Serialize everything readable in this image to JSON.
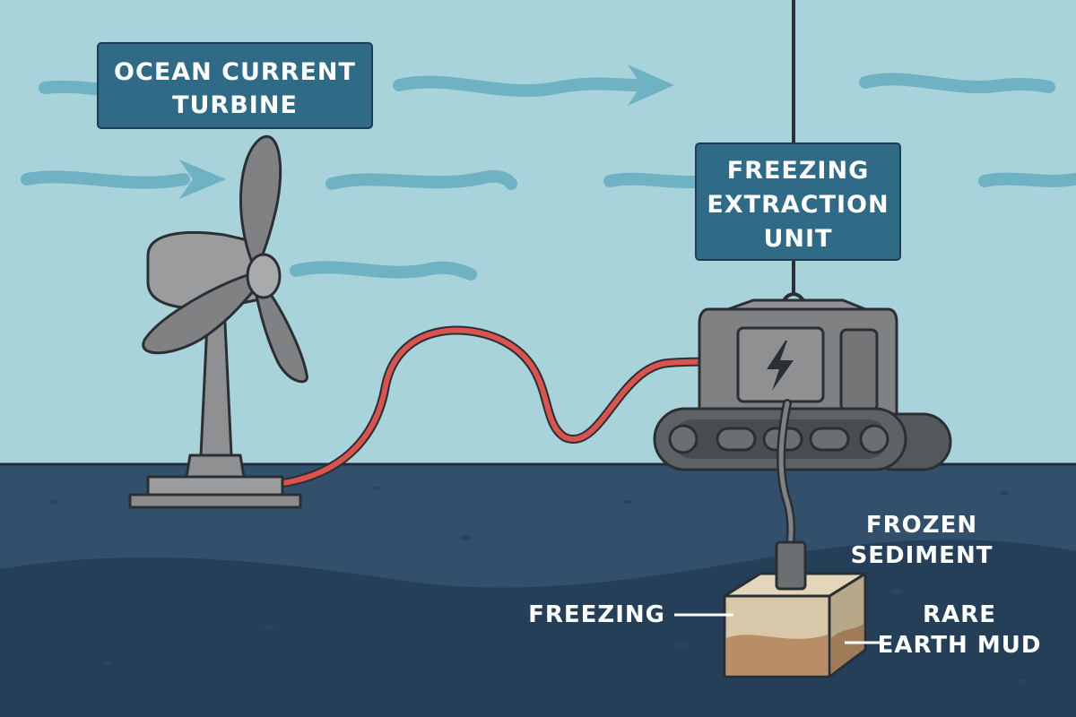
{
  "colors": {
    "water": "#a9d3da",
    "current": "#6fb2c3",
    "seabed_top": "#324f6b",
    "seabed_deep": "#263f58",
    "label_box": "#2f6a86",
    "cable": "#d9534f",
    "machine": "#7f8183",
    "sediment": "#d8c7a8"
  },
  "labels": {
    "turbine": [
      "OCEAN CURRENT",
      "TURBINE"
    ],
    "extraction": [
      "FREEZING",
      "EXTRACTION",
      "UNIT"
    ],
    "frozen_sediment": [
      "FROZEN",
      "SEDIMENT"
    ],
    "freezing": "FREEZING",
    "rare_earth": [
      "RARE",
      "EARTH MUD"
    ]
  },
  "icons": {
    "power": "lightning-bolt-icon"
  }
}
